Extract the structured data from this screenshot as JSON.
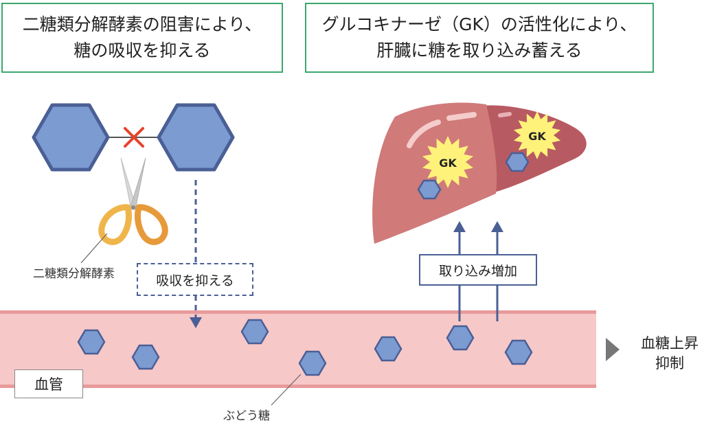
{
  "panels": {
    "left": {
      "lines": [
        "二糖類分解酵素の阻害により、",
        "糖の吸収を抑える"
      ]
    },
    "right": {
      "lines": [
        "グルコキナーゼ（GK）の活性化により、",
        "肝臓に糖を取り込み蓄える"
      ]
    }
  },
  "labels": {
    "enzyme": "二糖類分解酵素",
    "inhibit_absorption": "吸収を抑える",
    "increase_uptake": "取り込み増加",
    "blood_vessel": "血管",
    "glucose": "ぶどう糖",
    "result": [
      "血糖上昇",
      "抑制"
    ],
    "gk_badges": [
      "GK",
      "GK"
    ]
  },
  "icons": [
    "hexagon-icon",
    "cross-mark-icon",
    "scissors-icon",
    "liver-icon",
    "starburst-icon",
    "arrow-icon",
    "play-triangle-icon"
  ],
  "colors": {
    "panel_border": "#3aa76d",
    "hexagon_fill": "#7b9bd1",
    "hexagon_stroke": "#4a5f95",
    "vessel_fill": "#f7c8c8",
    "vessel_edge": "#e89a9a",
    "liver_fill": "#d07a7a",
    "liver_dark": "#b85a62",
    "gk_burst": "#fff27a",
    "cross": "#e8412b"
  }
}
